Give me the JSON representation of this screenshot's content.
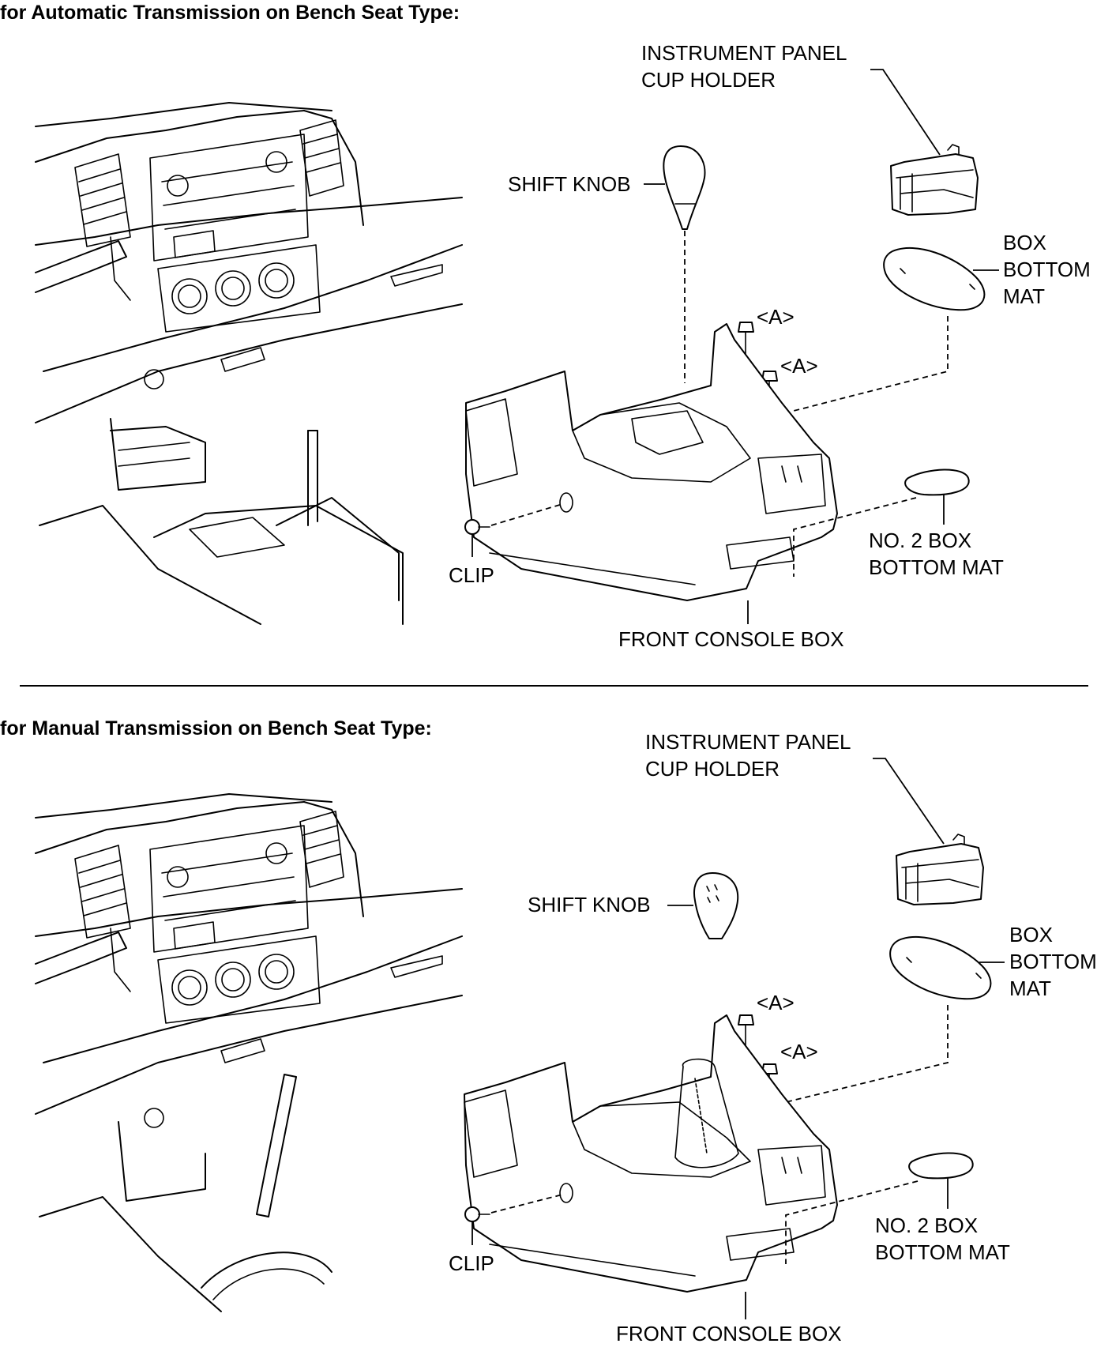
{
  "sections": [
    {
      "heading": "for Automatic Transmission on Bench Seat Type:",
      "labels": {
        "cup_holder_1": "INSTRUMENT PANEL",
        "cup_holder_2": "CUP HOLDER",
        "shift_knob": "SHIFT KNOB",
        "box_mat_1": "BOX",
        "box_mat_2": "BOTTOM",
        "box_mat_3": "MAT",
        "bolt_a1": "<A>",
        "bolt_a2": "<A>",
        "no2_mat_1": "NO. 2 BOX",
        "no2_mat_2": "BOTTOM MAT",
        "clip": "CLIP",
        "console": "FRONT CONSOLE BOX"
      }
    },
    {
      "heading": "for Manual Transmission on Bench Seat Type:",
      "labels": {
        "cup_holder_1": "INSTRUMENT PANEL",
        "cup_holder_2": "CUP HOLDER",
        "shift_knob": "SHIFT KNOB",
        "box_mat_1": "BOX",
        "box_mat_2": "BOTTOM",
        "box_mat_3": "MAT",
        "bolt_a1": "<A>",
        "bolt_a2": "<A>",
        "no2_mat_1": "NO. 2 BOX",
        "no2_mat_2": "BOTTOM MAT",
        "clip": "CLIP",
        "console": "FRONT CONSOLE BOX"
      }
    }
  ]
}
